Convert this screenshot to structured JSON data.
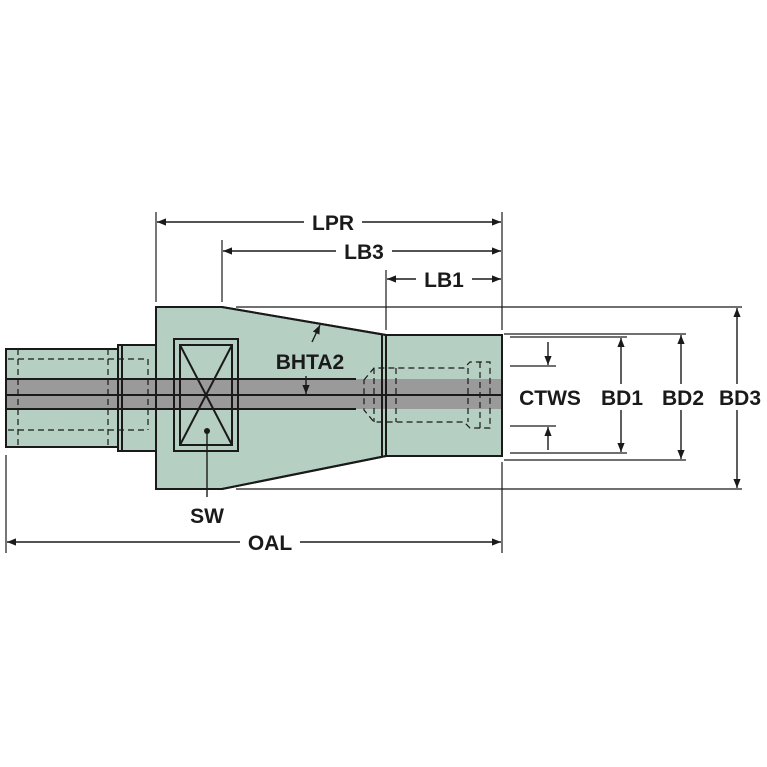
{
  "colors": {
    "body": "#b5cfc2",
    "bore": "#9a9a9a",
    "line": "#1a1a1a",
    "background": "#ffffff"
  },
  "labels": {
    "lpr": "LPR",
    "lb3": "LB3",
    "lb1": "LB1",
    "bhta2": "BHTA2",
    "ctws": "CTWS",
    "bd1": "BD1",
    "bd2": "BD2",
    "bd3": "BD3",
    "sw": "SW",
    "oal": "OAL"
  }
}
